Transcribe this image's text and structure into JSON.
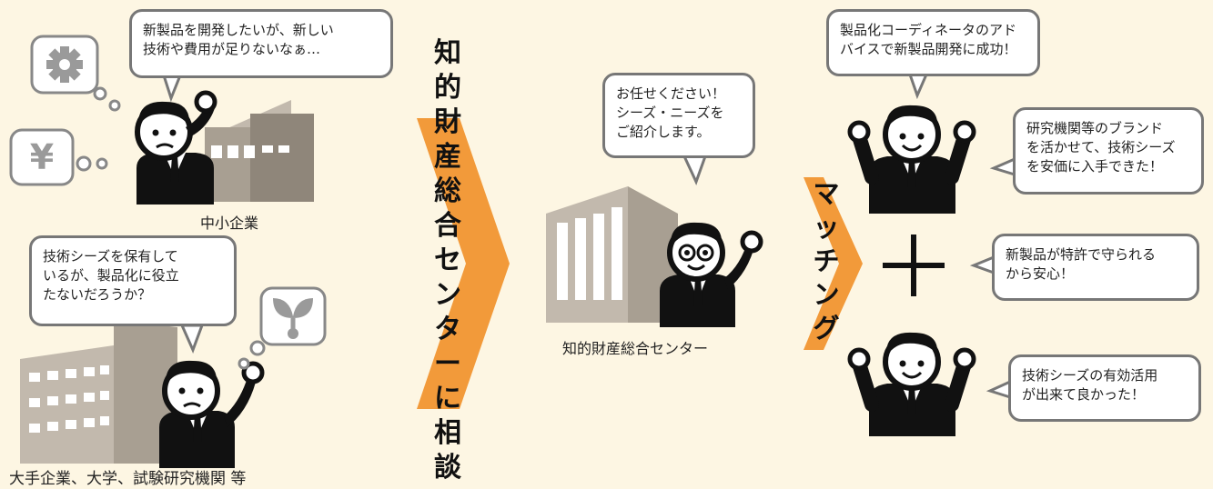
{
  "bubbles": {
    "sme_worry": [
      "新製品を開発したいが、新しい",
      "技術や費用が足りないなぁ…"
    ],
    "big_worry": [
      "技術シーズを保有して",
      "いるが、製品化に役立",
      "たないだろうか？"
    ],
    "center_offer": [
      "お任せください！",
      "シーズ・ニーズを",
      "ご紹介します。"
    ],
    "coordinator": [
      "製品化コーディネータのアド",
      "バイスで新製品開発に成功！"
    ],
    "brand": [
      "研究機関等のブランド",
      "を活かせて、技術シーズ",
      "を安価に入手できた！"
    ],
    "patent": [
      "新製品が特許で守られる",
      "から安心！"
    ],
    "seeds_used": [
      "技術シーズの有効活用",
      "が出来て良かった！"
    ]
  },
  "labels": {
    "sme": "中小企業",
    "big": "大手企業、大学、試験研究機関 等",
    "center": "知的財産総合センター"
  },
  "arrow_consult": [
    "知",
    "的",
    "財",
    "産",
    "総",
    "合",
    "セ",
    "ン",
    "タ",
    "ー",
    "に",
    "相",
    "談"
  ],
  "arrow_matching": [
    "マ",
    "ッ",
    "チ",
    "ン",
    "グ"
  ],
  "icons": {
    "yen": "¥",
    "plus": "+"
  },
  "colors": {
    "background": "#fdf6e3",
    "arrow": "#f29a3a",
    "building": "#a89f92",
    "bubble_border": "#777777"
  }
}
